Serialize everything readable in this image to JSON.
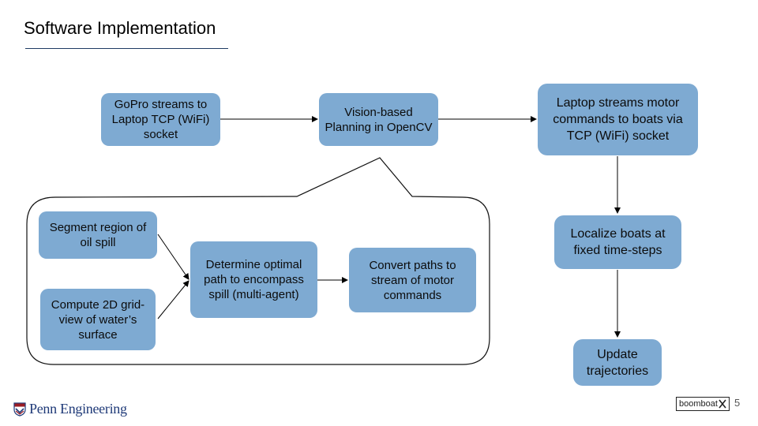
{
  "slide": {
    "title": "Software Implementation",
    "page_number": "5"
  },
  "top_flow": {
    "gopro": "GoPro streams to Laptop TCP (WiFi) socket",
    "vision": "Vision-based Planning in OpenCV",
    "laptop": "Laptop streams motor commands  to boats via TCP (WiFi) socket"
  },
  "right_flow": {
    "localize": "Localize boats at fixed time-steps",
    "update": "Update trajectories"
  },
  "detail": {
    "segment": "Segment region of oil spill",
    "compute": "Compute 2D grid-view of water’s surface",
    "determine": "Determine optimal path to encompass spill (multi-agent)",
    "convert": "Convert paths to stream of motor commands"
  },
  "footer": {
    "institution": "Penn Engineering",
    "product_logo": "boomboat"
  },
  "colors": {
    "box_fill": "#7eaad2",
    "title_rule": "#1f3a63",
    "penn_blue": "#1f3a78",
    "penn_red": "#9b1c24"
  }
}
